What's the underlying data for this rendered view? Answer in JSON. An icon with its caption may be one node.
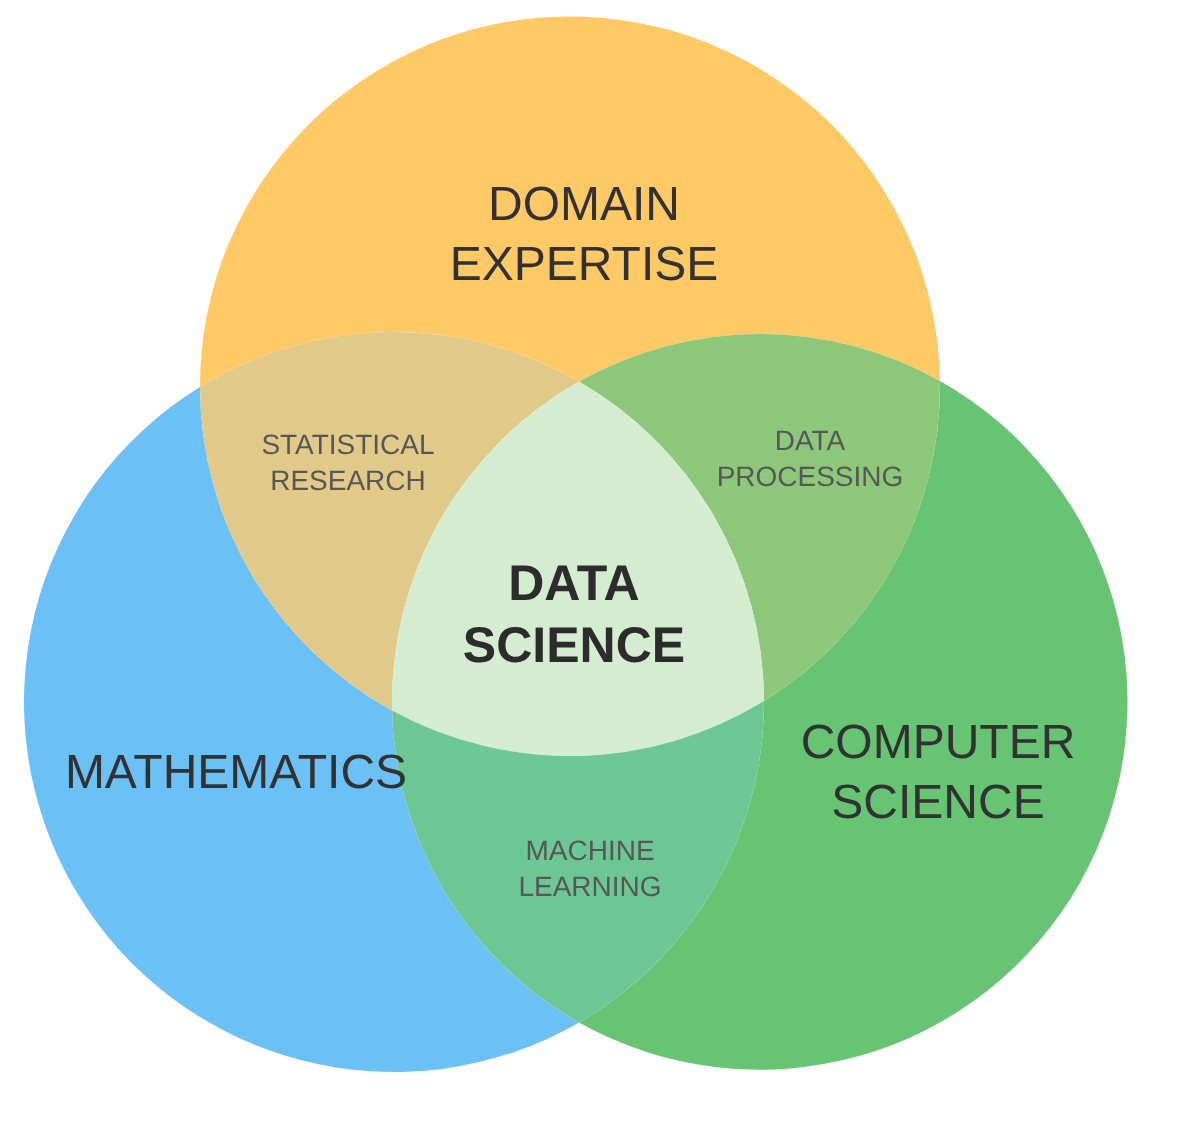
{
  "diagram": {
    "nodes": [
      {
        "text": [
          "DOMAIN EXPERTISE"
        ]
      },
      {
        "text": [
          "MATHEMATICS"
        ]
      },
      {
        "text": [
          "COMPUTER SCIENCE"
        ]
      },
      {
        "text": [
          "STATISTICAL RESEARCH"
        ]
      },
      {
        "text": [
          "DATA PROCESSING"
        ]
      },
      {
        "text": [
          "DATA SCIENCE"
        ]
      },
      {
        "text": [
          "MACHINE LEARNING"
        ]
      }
    ]
  }
}
